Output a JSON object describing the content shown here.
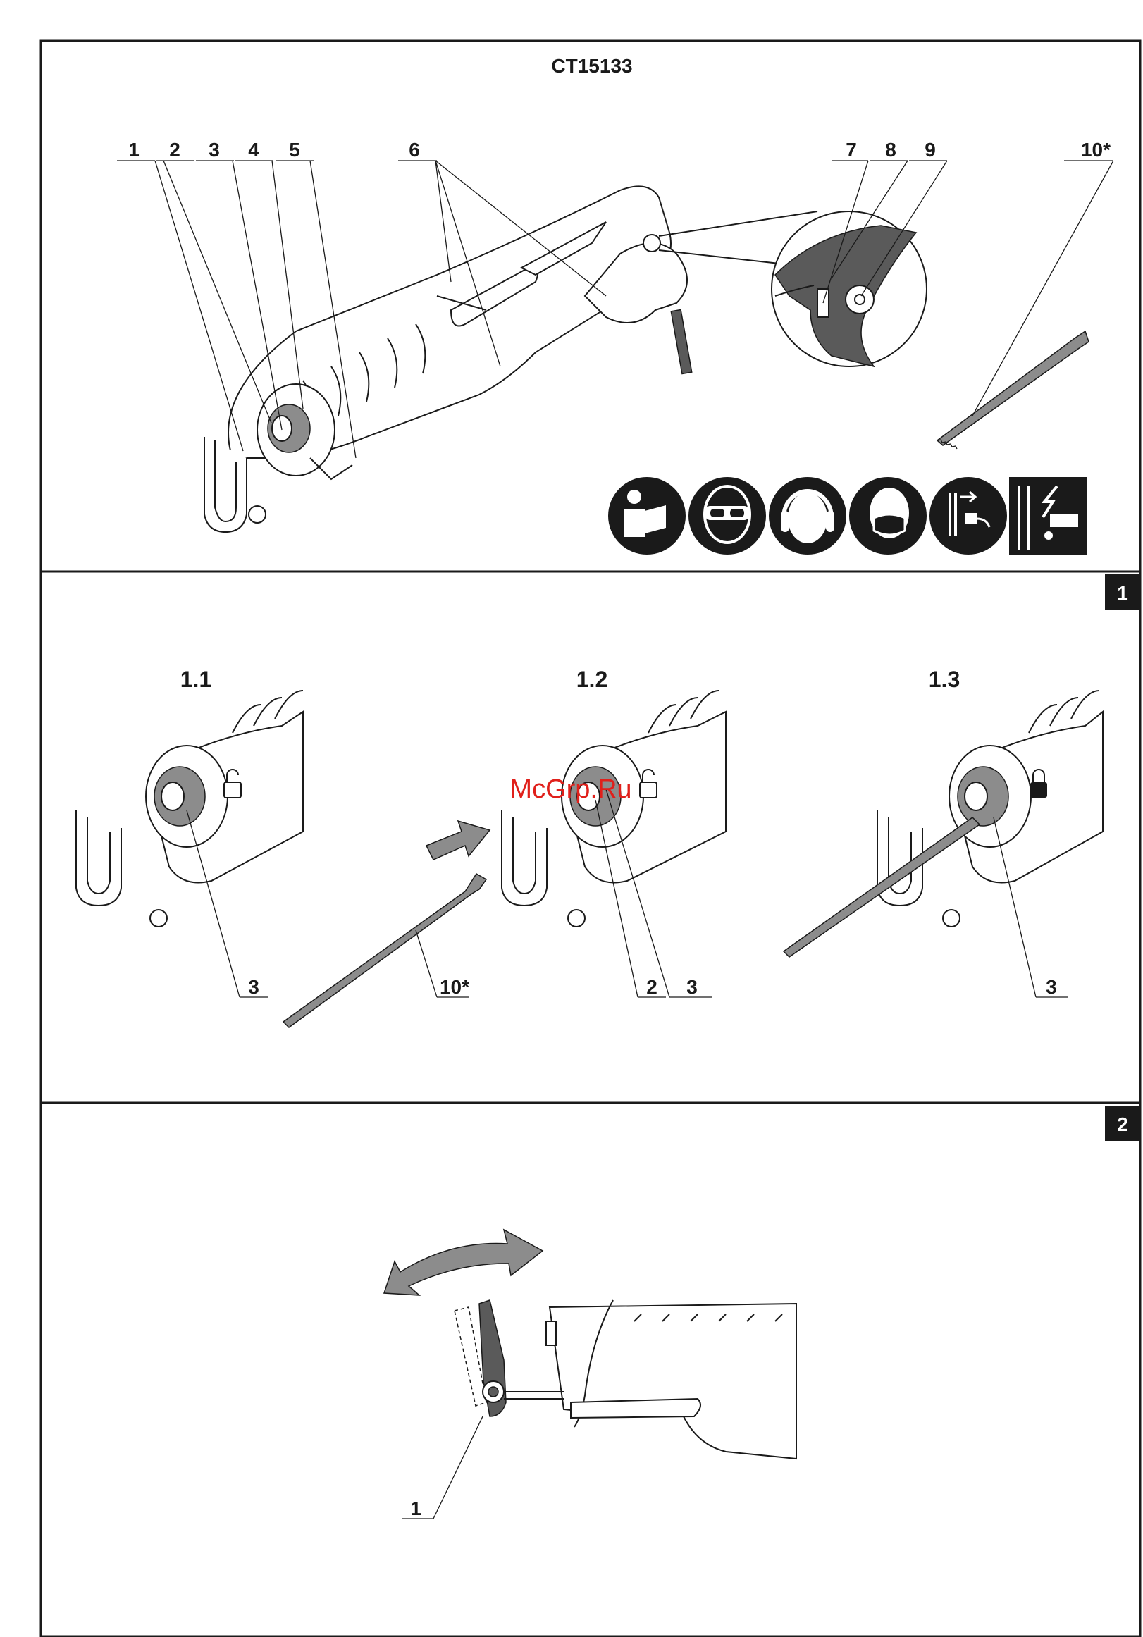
{
  "header": {
    "model": "CT15133"
  },
  "overview": {
    "callouts": [
      "1",
      "2",
      "3",
      "4",
      "5",
      "6",
      "7",
      "8",
      "9",
      "10*"
    ]
  },
  "safety_icons": [
    {
      "name": "read-manual-icon"
    },
    {
      "name": "eye-protection-icon"
    },
    {
      "name": "ear-protection-icon"
    },
    {
      "name": "dust-mask-icon"
    },
    {
      "name": "unplug-before-service-icon"
    },
    {
      "name": "hidden-wiring-warning-icon"
    }
  ],
  "section1": {
    "number": "1",
    "steps": [
      {
        "title": "1.1",
        "callouts": [
          "3"
        ]
      },
      {
        "title": "1.2",
        "callouts": [
          "10*",
          "2",
          "3"
        ]
      },
      {
        "title": "1.3",
        "callouts": [
          "3"
        ]
      }
    ]
  },
  "section2": {
    "number": "2",
    "callouts": [
      "1"
    ]
  },
  "watermark": "McGrp.Ru"
}
